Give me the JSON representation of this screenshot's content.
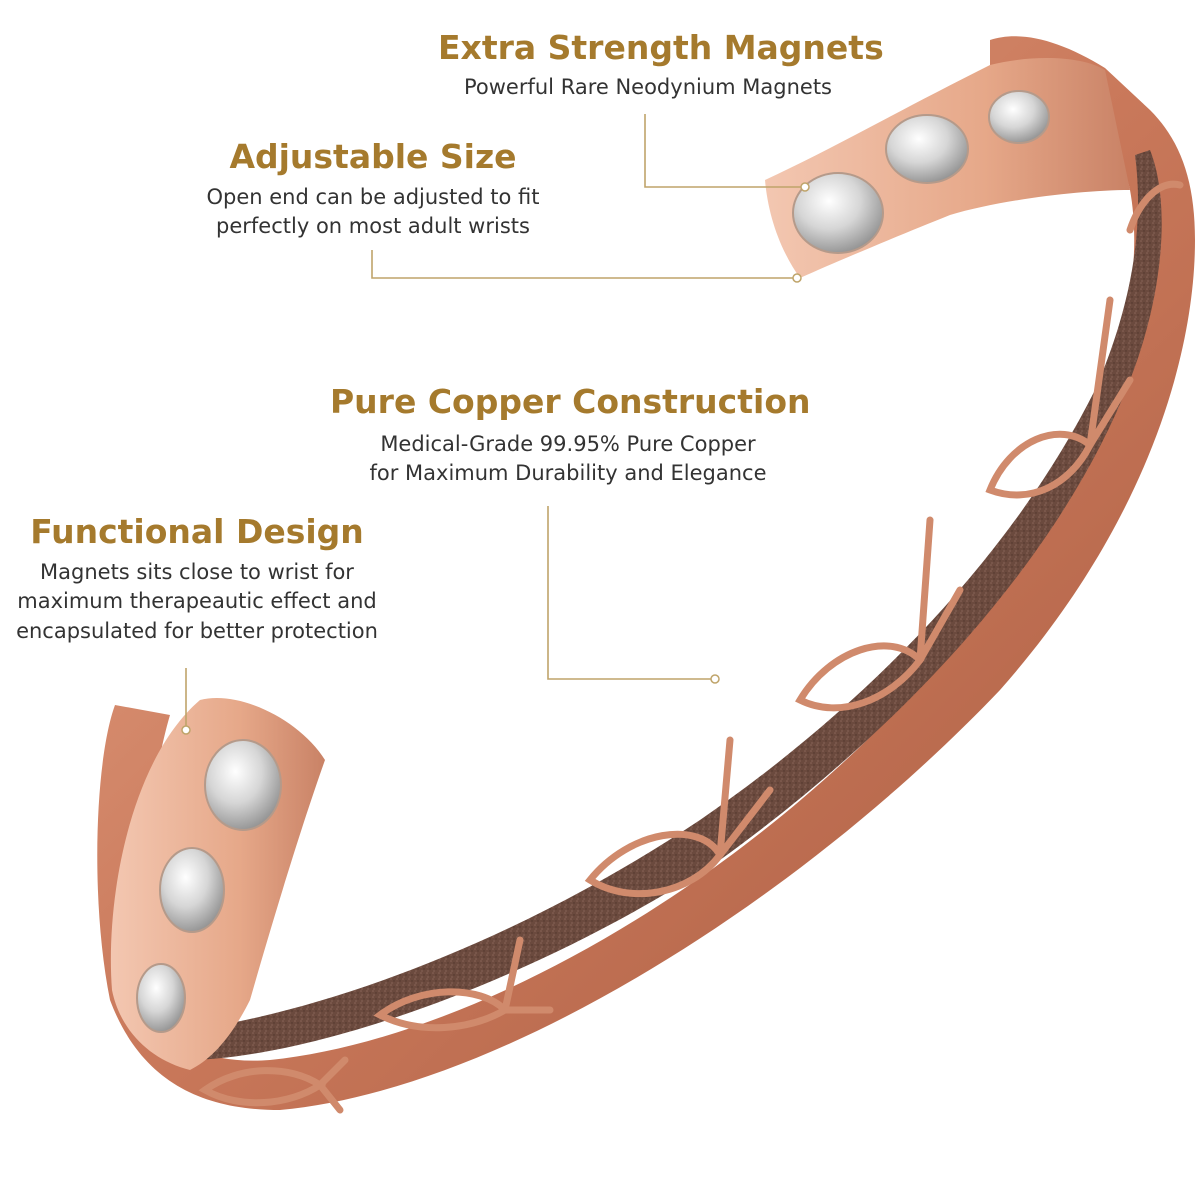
{
  "accent_color": "#A57A2D",
  "leader_color": "#BFA46A",
  "image": {
    "subject": "copper-magnetic-cuff-bracelet"
  },
  "callouts": [
    {
      "title": "Extra Strength Magnets",
      "lines": [
        "Powerful Rare Neodynium Magnets"
      ]
    },
    {
      "title": "Adjustable Size",
      "lines": [
        "Open end can be adjusted to fit",
        "perfectly on most adult  wrists"
      ]
    },
    {
      "title": "Pure Copper Construction",
      "lines": [
        "Medical-Grade 99.95% Pure Copper",
        "for Maximum Durability and Elegance"
      ]
    },
    {
      "title": "Functional Design",
      "lines": [
        "Magnets sits close to wrist for",
        "maximum therapeautic effect and",
        "encapsulated for better protection"
      ]
    }
  ]
}
